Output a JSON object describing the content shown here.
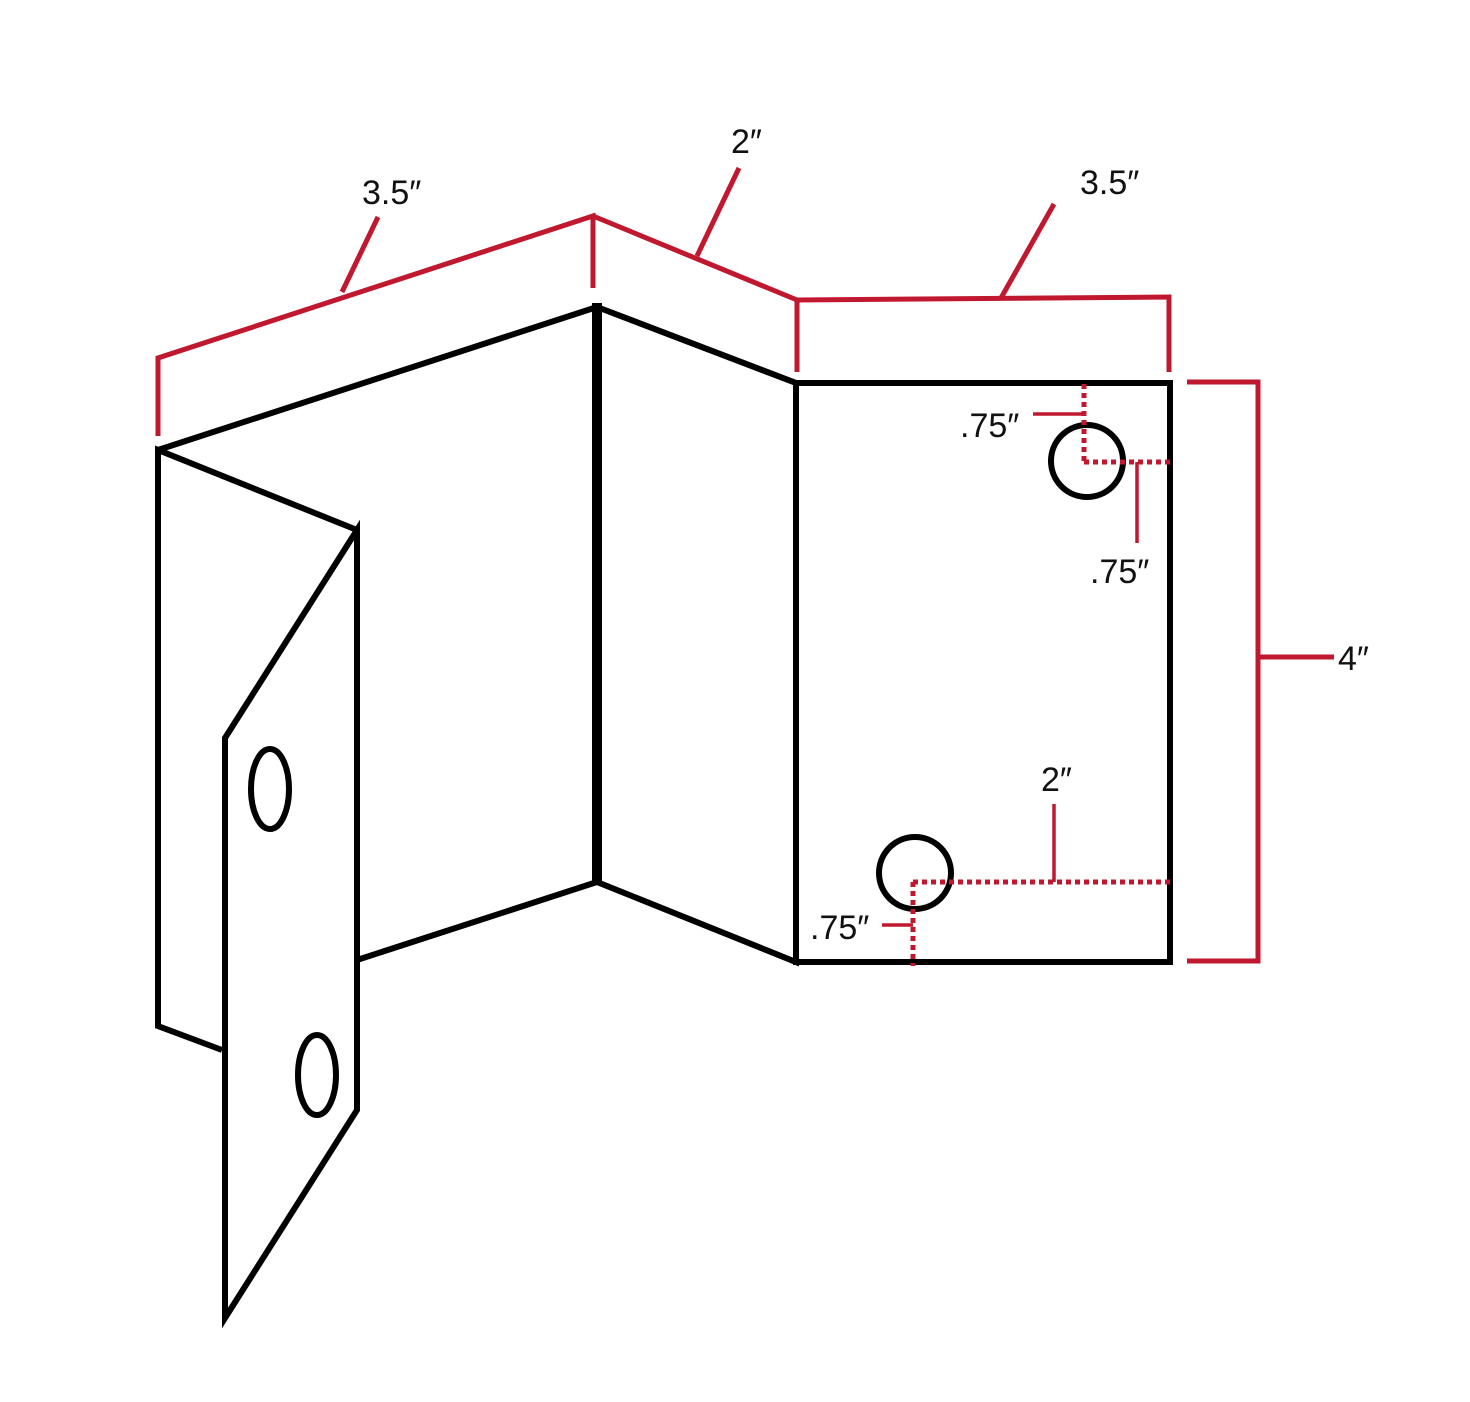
{
  "labels": {
    "top_left_width": "3.5″",
    "top_middle_width": "2″",
    "top_right_width": "3.5″",
    "right_height": "4″",
    "hole_top_from_top": ".75″",
    "hole_top_from_right": ".75″",
    "hole_bottom_from_right": "2″",
    "hole_bottom_from_bottom": ".75″"
  },
  "colors": {
    "outline": "#000000",
    "dimension": "#c0182e",
    "text": "#111111",
    "background": "#ffffff"
  }
}
